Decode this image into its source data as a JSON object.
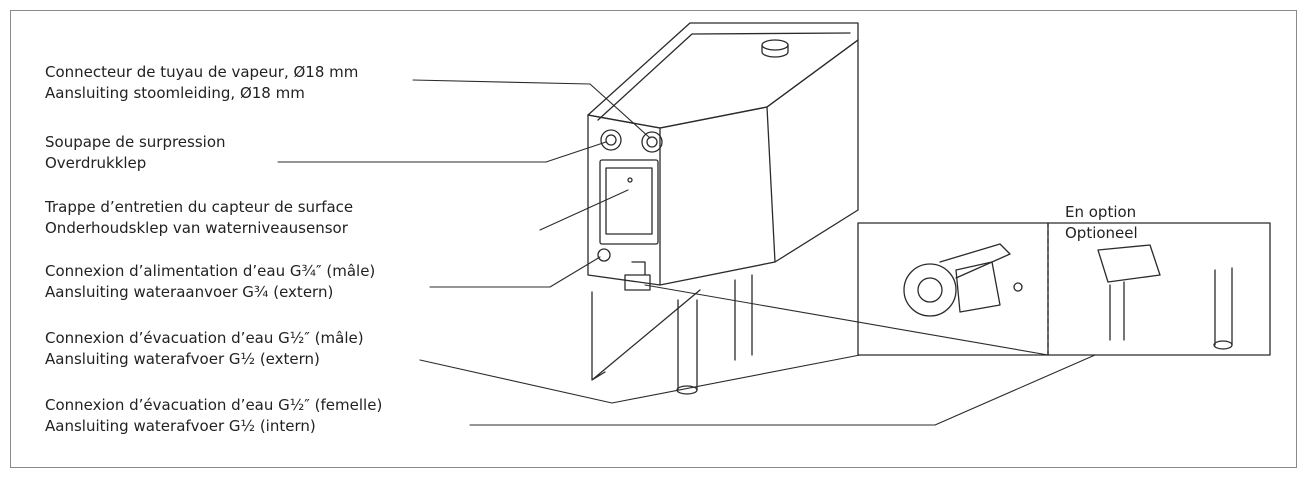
{
  "labels": {
    "steam_connector": {
      "fr": "Connecteur de tuyau de vapeur, Ø18 mm",
      "nl": "Aansluiting stoomleiding, Ø18 mm"
    },
    "safety_valve": {
      "fr": "Soupape de surpression",
      "nl": "Overdrukklep"
    },
    "sensor_hatch": {
      "fr": "Trappe d’entretien du capteur de surface",
      "nl": "Onderhoudsklep van waterniveausensor"
    },
    "water_inlet": {
      "fr": "Connexion d’alimentation d’eau G¾″ (mâle)",
      "nl": "Aansluiting wateraanvoer G¾ (extern)"
    },
    "drain_male": {
      "fr": "Connexion d’évacuation d’eau G½″ (mâle)",
      "nl": "Aansluiting waterafvoer G½ (extern)"
    },
    "drain_female": {
      "fr": "Connexion d’évacuation d’eau G½″ (femelle)",
      "nl": "Aansluiting waterafvoer G½ (intern)"
    }
  },
  "option": {
    "fr": "En option",
    "nl": "Optioneel"
  },
  "colors": {
    "line": "#2b2b2b",
    "frame": "#8a8a8a",
    "text": "#222222"
  }
}
